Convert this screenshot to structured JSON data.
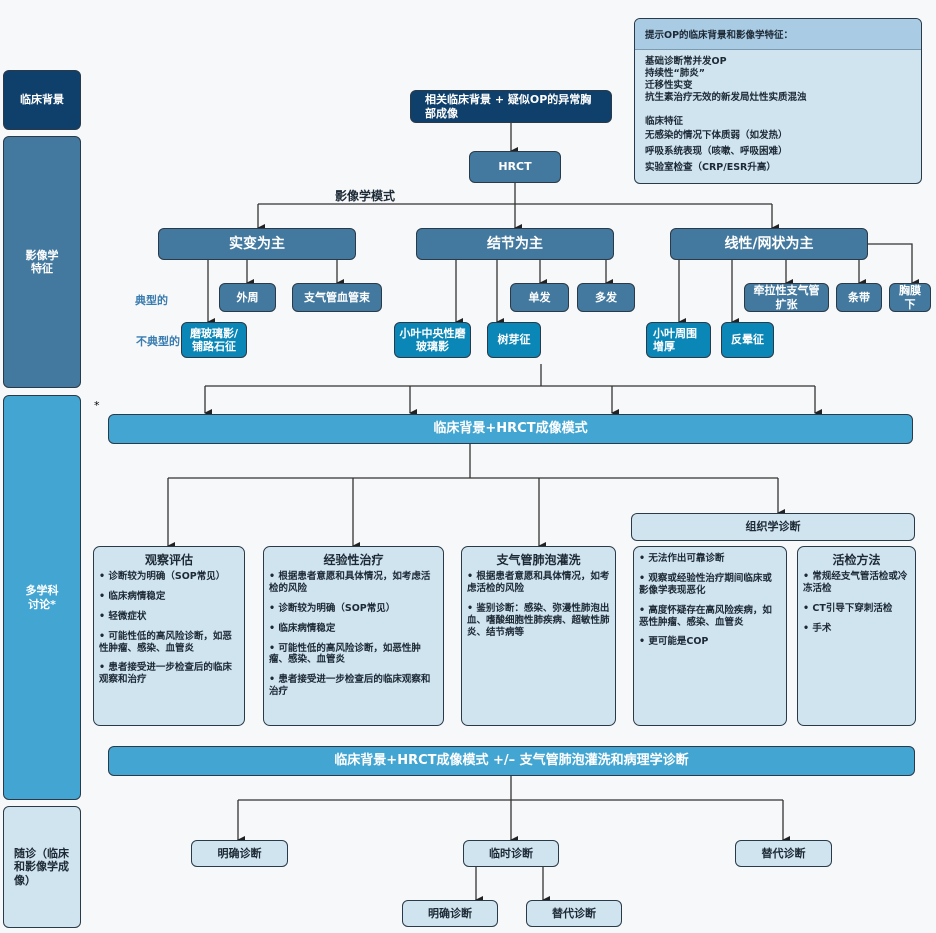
{
  "sidebar": {
    "clinical": "临床背景",
    "imaging": "影像学\n特征",
    "mdt": "多学科\n讨论*",
    "followup": "随诊（临床和影像学成像）"
  },
  "info": {
    "title": "提示OP的临床背景和影像学特征：",
    "lines1": [
      "基础诊断常并发OP",
      "持续性“肺炎”",
      "迁移性实变",
      "抗生素治疗无效的新发局灶性实质混浊"
    ],
    "subtitle": "临床特征",
    "lines2": [
      "无感染的情况下体质弱（如发热）",
      "呼吸系统表现（咳嗽、呼吸困难）",
      "实验室检查（CRP/ESR升高）"
    ]
  },
  "start": "相关临床背景 + 疑似OP的异常胸部成像",
  "hrct": "HRCT",
  "pattern_label": "影像学模式",
  "typical_label": "典型的",
  "atypical_label": "不典型的",
  "star": "*",
  "patterns": {
    "consolidation": {
      "title": "实变为主",
      "typical": [
        "外周",
        "支气管血管束"
      ],
      "atypical": [
        "磨玻璃影/铺路石征"
      ]
    },
    "nodular": {
      "title": "结节为主",
      "typical": [
        "单发",
        "多发"
      ],
      "atypical": [
        "小叶中央性磨玻璃影",
        "树芽征"
      ]
    },
    "linear": {
      "title": "线性/网状为主",
      "typical": [
        "牵拉性支气管扩张",
        "条带",
        "胸膜下"
      ],
      "atypical": [
        "小叶周围增厚",
        "反晕征"
      ]
    }
  },
  "mdt_bar": "临床背景+HRCT成像模式",
  "histology": "组织学诊断",
  "panels": [
    {
      "title": "观察评估",
      "items": [
        "• 诊断较为明确（SOP常见）",
        "• 临床病情稳定",
        "• 轻微症状",
        "• 可能性低的高风险诊断，如恶性肿瘤、感染、血管炎",
        "• 患者接受进一步检查后的临床观察和治疗"
      ]
    },
    {
      "title": "经验性治疗",
      "items": [
        "• 根据患者意愿和具体情况，如考虑活检的风险",
        "• 诊断较为明确（SOP常见）",
        "• 临床病情稳定",
        "• 可能性低的高风险诊断，如恶性肿瘤、感染、血管炎",
        "• 患者接受进一步检查后的临床观察和治疗"
      ]
    },
    {
      "title": "支气管肺泡灌洗",
      "items": [
        "• 根据患者意愿和具体情况，如考虑活检的风险",
        "• 鉴别诊断：感染、弥漫性肺泡出血、嗜酸细胞性肺疾病、超敏性肺炎、结节病等"
      ]
    },
    {
      "title": "",
      "items": [
        "• 无法作出可靠诊断",
        "• 观察或经验性治疗期间临床或影像学表现恶化",
        "• 高度怀疑存在高风险疾病，如恶性肿瘤、感染、血管炎",
        "• 更可能是COP"
      ]
    },
    {
      "title": "活检方法",
      "items": [
        "• 常规经支气管活检或冷冻活检",
        "• CT引导下穿刺活检",
        "• 手术"
      ]
    }
  ],
  "final_bar": "临床背景+HRCT成像模式 +/–  支气管肺泡灌洗和病理学诊断",
  "outcomes": [
    "明确诊断",
    "临时诊断",
    "替代诊断"
  ],
  "provisional_outcomes": [
    "明确诊断",
    "替代诊断"
  ],
  "colors": {
    "navy": "#0f3f6b",
    "mid": "#43799f",
    "teal": "#0a86b7",
    "light": "#43a6d2",
    "pale": "#d0e4ef"
  }
}
